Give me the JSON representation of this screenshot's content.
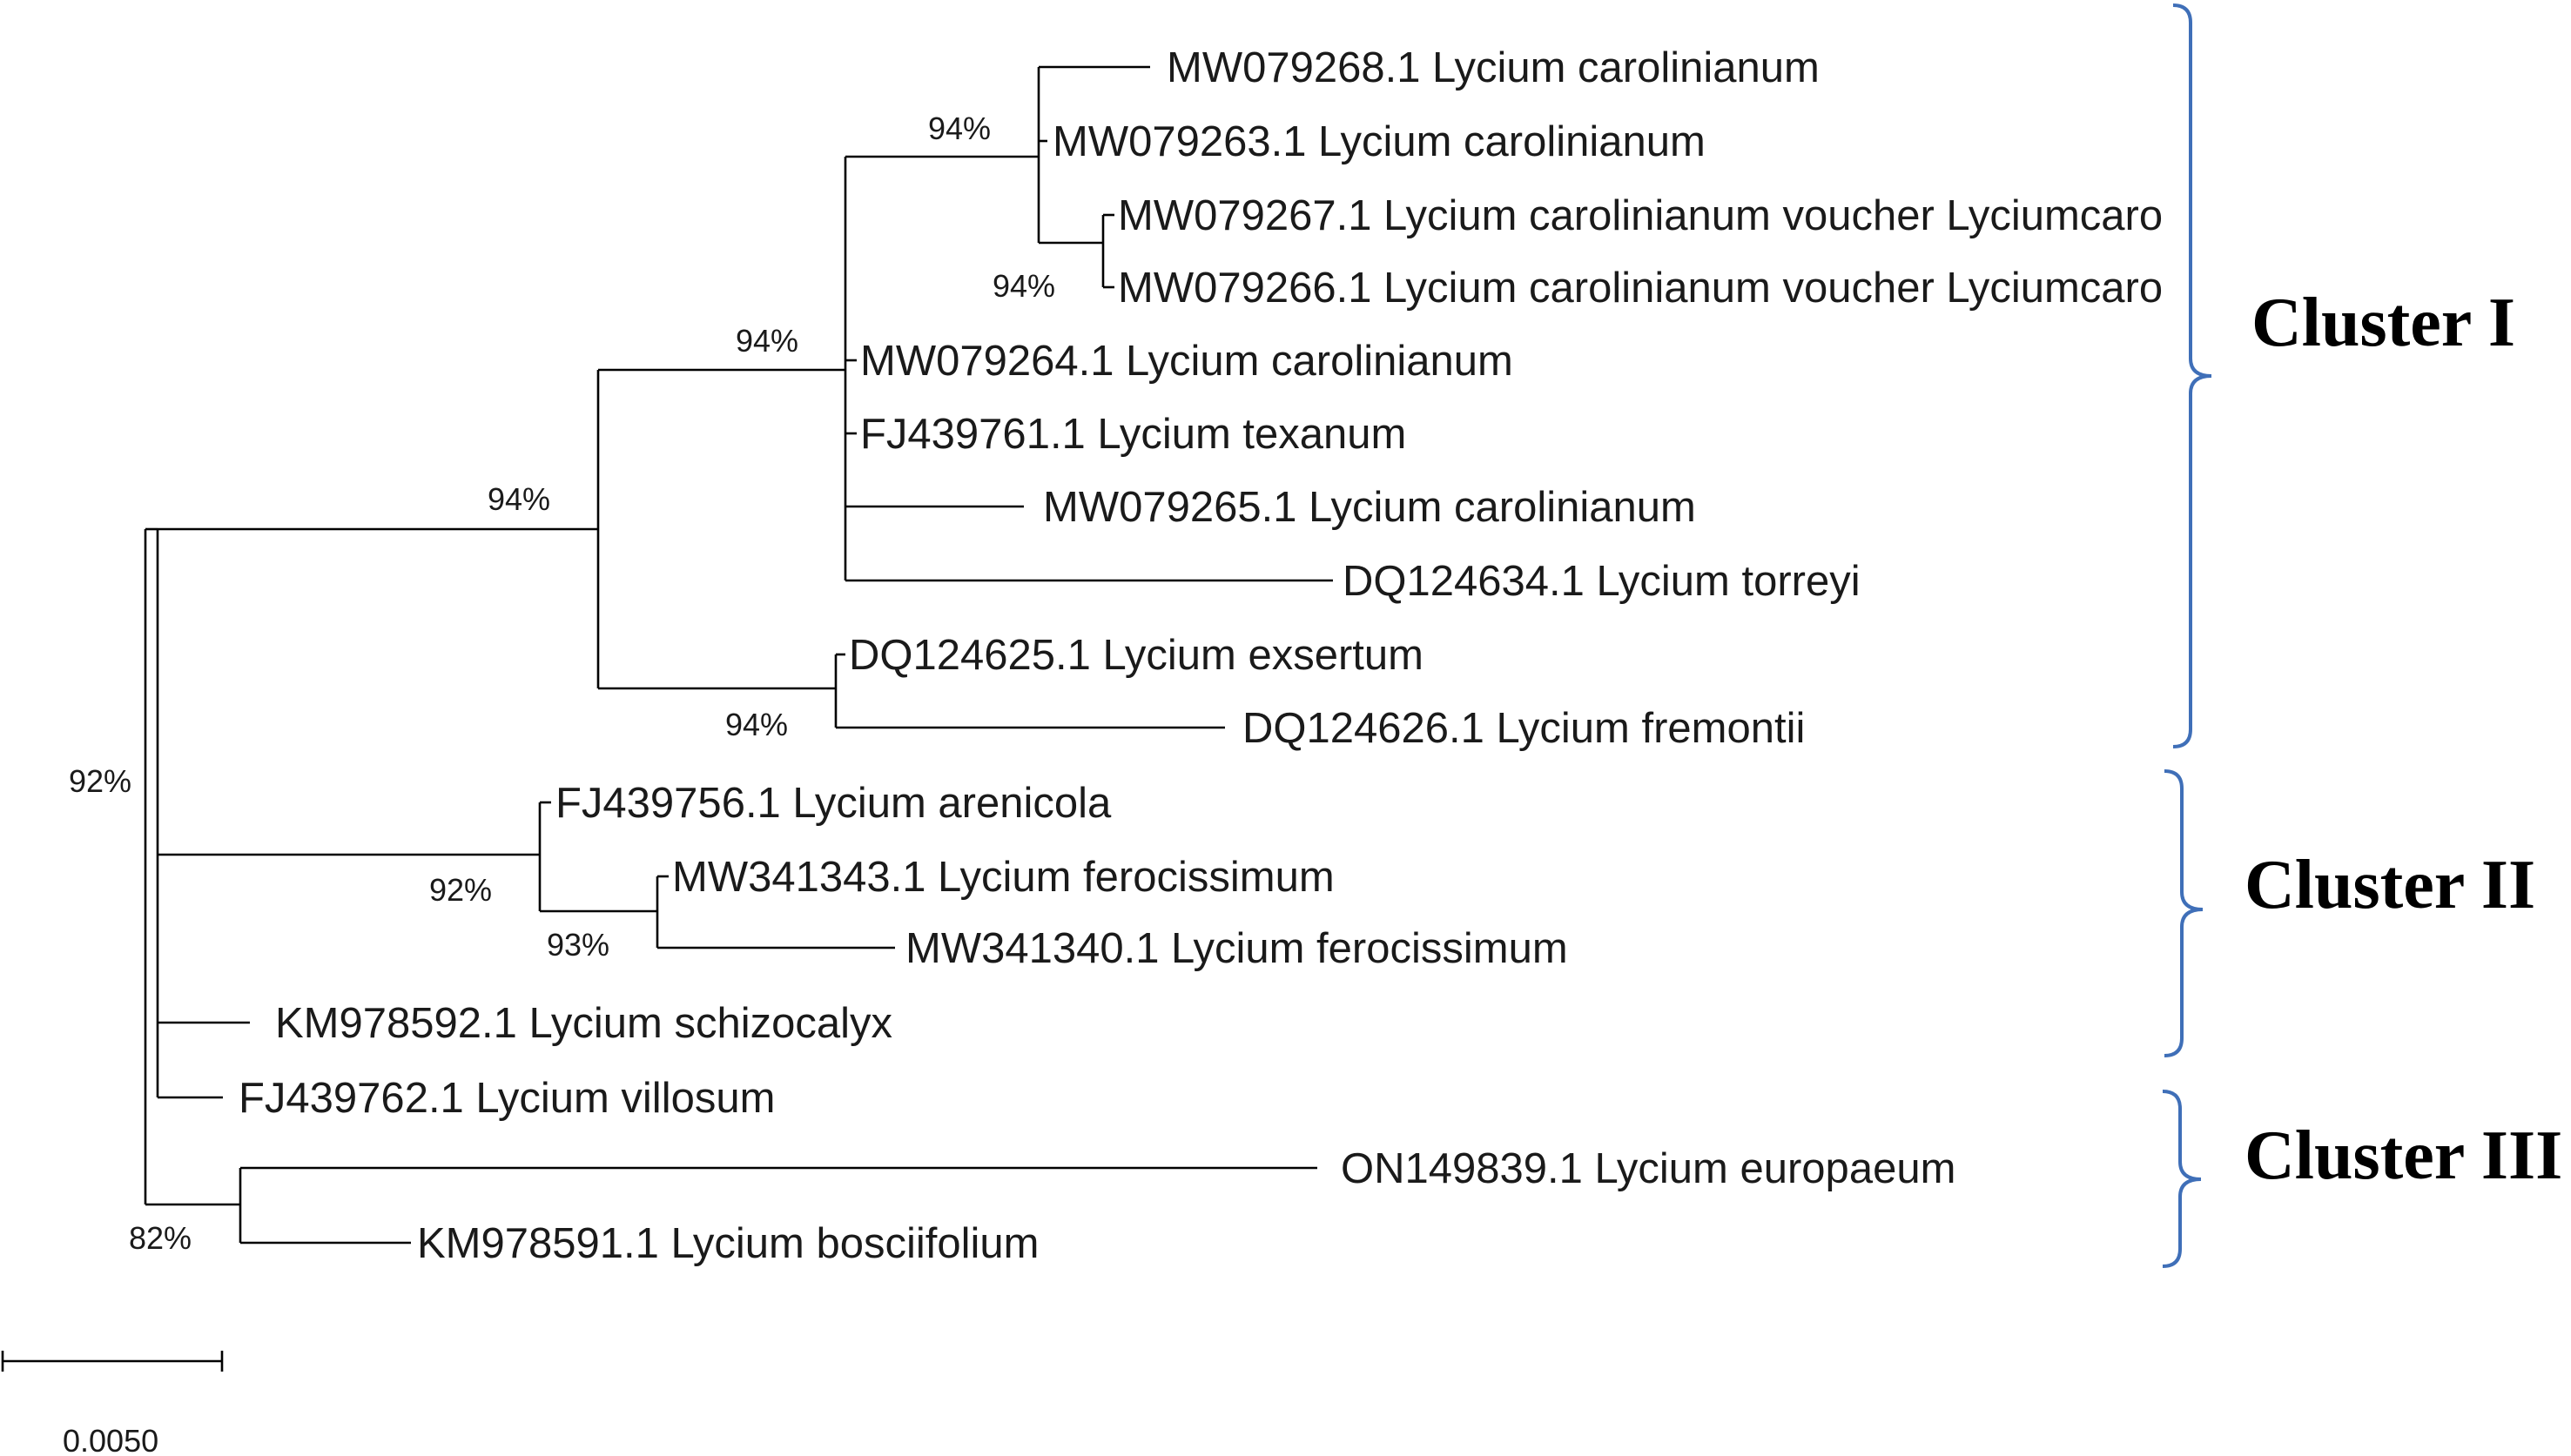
{
  "taxa": [
    "MW079268.1 Lycium carolinianum",
    "MW079263.1 Lycium carolinianum",
    "MW079267.1 Lycium carolinianum voucher Lyciumcaro",
    "MW079266.1 Lycium carolinianum voucher Lyciumcaro",
    "MW079264.1 Lycium carolinianum",
    "FJ439761.1 Lycium texanum",
    "MW079265.1 Lycium carolinianum",
    "DQ124634.1 Lycium torreyi",
    "DQ124625.1 Lycium exsertum",
    "DQ124626.1 Lycium fremontii",
    "FJ439756.1 Lycium arenicola",
    "MW341343.1 Lycium ferocissimum",
    "MW341340.1 Lycium ferocissimum",
    "KM978592.1 Lycium schizocalyx",
    "FJ439762.1 Lycium villosum",
    "ON149839.1 Lycium europaeum",
    "KM978591.1 Lycium bosciifolium"
  ],
  "bootstrap": {
    "clade_268_263_267_266": "94%",
    "clade_267_266": "94%",
    "clade_core_carolinianum": "94%",
    "clade_cluster1": "94%",
    "clade_exsertum_fremontii": "94%",
    "clade_ingroup": "92%",
    "clade_arenicola_ferocissimum": "92%",
    "clade_ferocissimum": "93%",
    "clade_europaeum_bosciifolium": "82%"
  },
  "clusters": [
    "Cluster I",
    "Cluster II",
    "Cluster III"
  ],
  "scale_bar": {
    "label": "0.0050",
    "value": 0.005
  },
  "colors": {
    "branch": "#000000",
    "brace": "#3f6fb8"
  }
}
